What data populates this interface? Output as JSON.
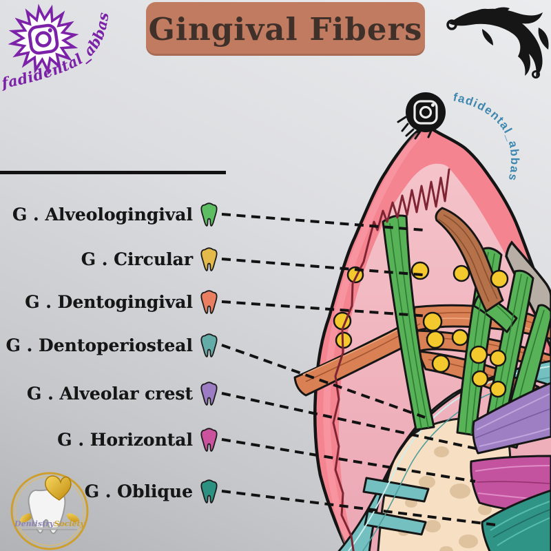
{
  "title": "Gingival Fibers",
  "instagram": {
    "handle_top": "fadidental_abbas",
    "handle_side": "fadidental_abbas"
  },
  "legend": [
    {
      "label": "G . Alveologingival",
      "tooth_color": "#5cbd63"
    },
    {
      "label": "G . Circular",
      "tooth_color": "#e4ba4a"
    },
    {
      "label": "G . Dentogingival",
      "tooth_color": "#e97f60"
    },
    {
      "label": "G . Dentoperiosteal",
      "tooth_color": "#63aca8"
    },
    {
      "label": "G . Alveolar crest",
      "tooth_color": "#9c7cc3"
    },
    {
      "label": "G . Horizontal",
      "tooth_color": "#cb529c"
    },
    {
      "label": "G . Oblique",
      "tooth_color": "#2d9181"
    }
  ],
  "watermark": {
    "word1": "Dentistry",
    "word2": "Society"
  },
  "colors": {
    "title_bg": "#c07b60",
    "title_text": "#40302a",
    "gingiva_outer": "#f4848f",
    "gingiva_inner_top": "#f5c3ca",
    "gingiva_inner_bottom": "#eba6b3",
    "epithelium_line": "#7e2433",
    "bone": "#f6dfc2",
    "bone_speckle": "#ddbf9b",
    "fiber_green": "#58b258",
    "fiber_brown": "#b5714a",
    "fiber_orange": "#d98054",
    "fiber_teal": "#74bfbf",
    "fiber_purple": "#9e7fc4",
    "fiber_magenta": "#c4539f",
    "fiber_dark_teal": "#2f9486",
    "dot_yellow": "#f3c92e",
    "tooth_surface_gray": "#b7afa5",
    "handle_top_color": "#7b22a8",
    "handle_side_color": "#3e87b0",
    "ornament_black": "#161616"
  }
}
